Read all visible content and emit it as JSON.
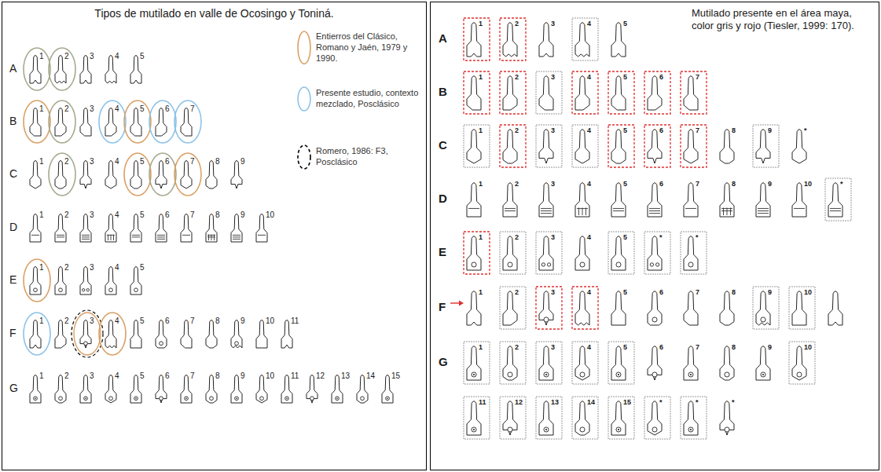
{
  "diagram": {
    "nodes": [
      {
        "text": [
          "Tipos de mutilado en valle de Ocosingo y Toniná."
        ]
      },
      {
        "text": [
          "Mutilado presente en el área maya, color gris y rojo (Tiesler, 1999: 170)."
        ]
      }
    ],
    "labels": [
      "A",
      "1",
      "2",
      "3",
      "4",
      "5",
      "B",
      "1",
      "2",
      "3",
      "4",
      "5",
      "6",
      "7",
      "C",
      "1",
      "2",
      "3",
      "4",
      "5",
      "6",
      "7",
      "8",
      "9",
      "D",
      "1",
      "2",
      "3",
      "4",
      "5",
      "6",
      "7",
      "8",
      "9",
      "10",
      "E",
      "1",
      "2",
      "3",
      "4",
      "5",
      "F",
      "1",
      "2",
      "3",
      "4",
      "5",
      "6",
      "7",
      "8",
      "9",
      "10",
      "11",
      "G",
      "1",
      "2",
      "3",
      "4",
      "5",
      "6",
      "7",
      "8",
      "9",
      "10",
      "11",
      "12",
      "13",
      "14",
      "15",
      "A",
      "1",
      "2",
      "3",
      "4",
      "5",
      "B",
      "1",
      "2",
      "3",
      "4",
      "5",
      "6",
      "7",
      "C",
      "1",
      "2",
      "3",
      "4",
      "5",
      "6",
      "7",
      "8",
      "9",
      "*",
      "D",
      "1",
      "2",
      "3",
      "4",
      "5",
      "6",
      "7",
      "8",
      "9",
      "10",
      "*",
      "E",
      "1",
      "2",
      "3",
      "4",
      "5",
      "*",
      "*",
      "F",
      "1",
      "2",
      "3",
      "4",
      "5",
      "6",
      "7",
      "8",
      "9",
      "10",
      "G",
      "1",
      "2",
      "3",
      "4",
      "5",
      "6",
      "7",
      "8",
      "9",
      "10",
      "11",
      "12",
      "13",
      "14",
      "15",
      "*",
      "*",
      "*"
    ],
    "legend": [
      {
        "text": "Entierros del Clásico, Romano y Jaén, 1979 y 1990."
      },
      {
        "text": "Presente estudio, contexto mezclado, Posclásico"
      },
      {
        "text": "Romero, 1986: F3, Posclásico"
      }
    ]
  }
}
